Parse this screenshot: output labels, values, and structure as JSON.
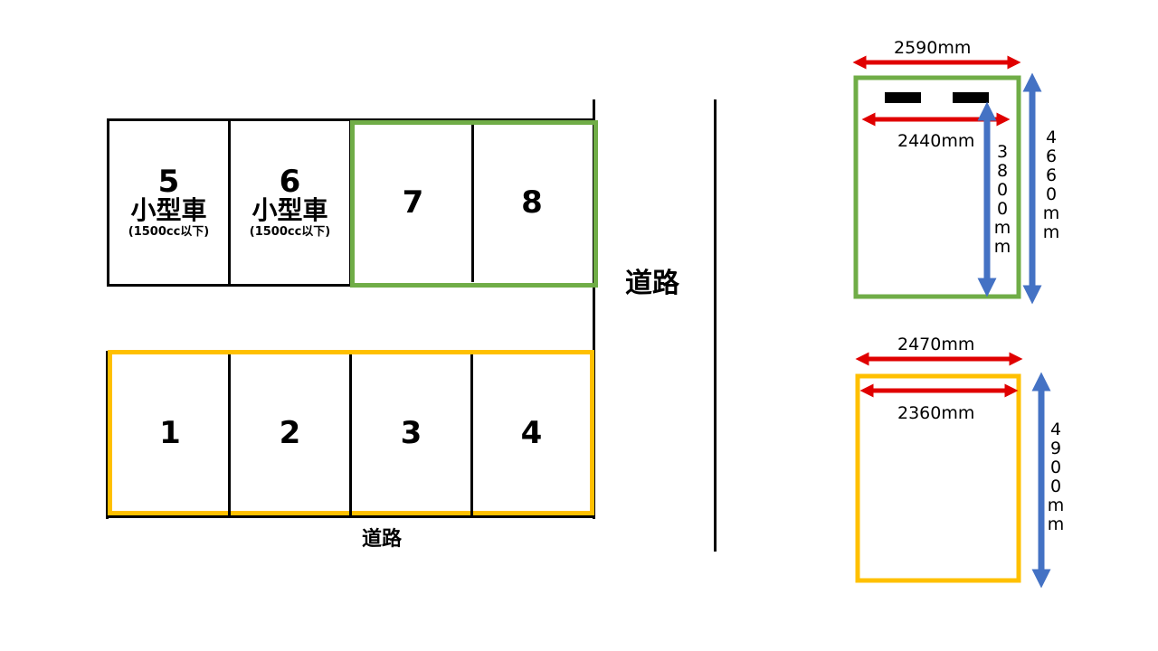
{
  "layout": {
    "top_row": [
      {
        "number": "5",
        "type": "小型車",
        "note": "(1500cc以下)"
      },
      {
        "number": "6",
        "type": "小型車",
        "note": "(1500cc以下)"
      },
      {
        "number": "7"
      },
      {
        "number": "8"
      }
    ],
    "bottom_row": [
      {
        "number": "1"
      },
      {
        "number": "2"
      },
      {
        "number": "3"
      },
      {
        "number": "4"
      }
    ],
    "road_right_label": "道路",
    "road_bottom_label": "道路"
  },
  "legend": {
    "green_spec": {
      "outer_width": "2590mm",
      "inner_width": "2440mm",
      "inner_length": [
        "3",
        "8",
        "0",
        "0",
        "m",
        "m"
      ],
      "outer_length": [
        "4",
        "6",
        "6",
        "0",
        "m",
        "m"
      ],
      "color": "#70ad47"
    },
    "yellow_spec": {
      "outer_width": "2470mm",
      "inner_width": "2360mm",
      "length": [
        "4",
        "9",
        "0",
        "0",
        "m",
        "m"
      ],
      "color": "#ffc000"
    },
    "colors": {
      "width_arrow": "#e00000",
      "length_arrow": "#4472c4"
    }
  }
}
